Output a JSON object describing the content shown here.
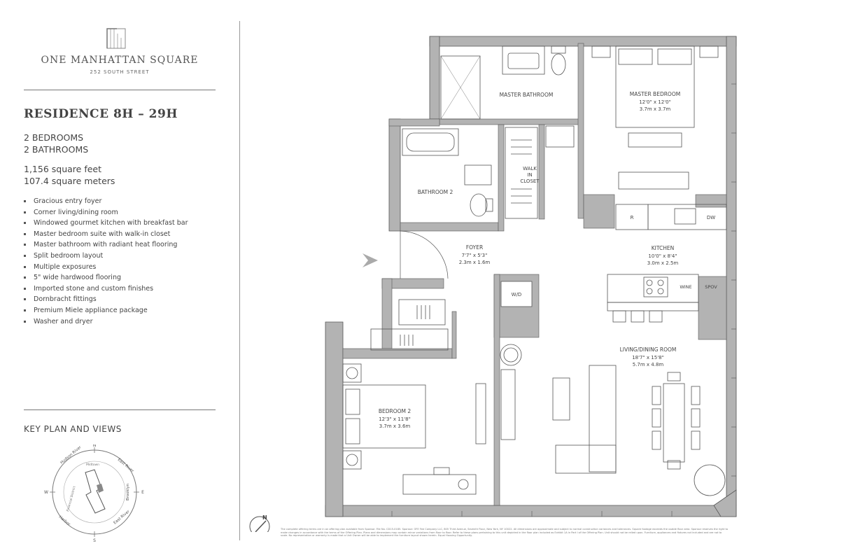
{
  "brand": {
    "name": "ONE MANHATTAN SQUARE",
    "address": "252 SOUTH STREET"
  },
  "residence": {
    "title": "RESIDENCE 8H – 29H",
    "bedrooms": "2 BEDROOMS",
    "bathrooms": "2 BATHROOMS",
    "sqft": "1,156 square feet",
    "sqm": "107.4 square meters"
  },
  "features": [
    "Gracious entry foyer",
    "Corner living/dining room",
    "Windowed gourmet kitchen with breakfast bar",
    "Master bedroom suite with walk-in closet",
    "Master bathroom with radiant heat flooring",
    "Split bedroom layout",
    "Multiple exposures",
    "5\" wide hardwood flooring",
    "Imported stone and custom finishes",
    "Dornbracht fittings",
    "Premium Miele appliance package",
    "Washer and dryer"
  ],
  "key_plan": {
    "title": "KEY PLAN AND VIEWS",
    "north": "N",
    "south": "S",
    "east": "E",
    "west": "W",
    "views": [
      "Hudson River",
      "East River",
      "Brooklyn",
      "East River",
      "Harbor",
      "Financial District",
      "Midtown"
    ]
  },
  "rooms": {
    "master_bathroom": "MASTER BATHROOM",
    "master_bedroom": {
      "name": "MASTER BEDROOM",
      "imperial": "12'0\" x 12'0\"",
      "metric": "3.7m x 3.7m"
    },
    "walk_in_closet": [
      "WALK",
      "IN",
      "CLOSET"
    ],
    "bathroom2": "BATHROOM 2",
    "foyer": {
      "name": "FOYER",
      "imperial": "7'7\" x 5'3\"",
      "metric": "2.3m x 1.6m"
    },
    "kitchen": {
      "name": "KITCHEN",
      "imperial": "10'0\" x 8'4\"",
      "metric": "3.0m x 2.5m"
    },
    "living": {
      "name": "LIVING/DINING ROOM",
      "imperial": "18'7\" x 15'8\"",
      "metric": "5.7m x 4.8m"
    },
    "bedroom2": {
      "name": "BEDROOM 2",
      "imperial": "12'3\" x 11'8\"",
      "metric": "3.7m x 3.6m"
    },
    "wd": "W/D",
    "fridge": "R",
    "dw": "DW",
    "wine": "WINE",
    "spov": "SPOV"
  },
  "compass_north": "N",
  "disclaimer": "The complete offering terms are in an offering plan available from Sponsor. File No. CD15-0185. Sponsor: OFE Fee Company LLC, 805 Third Avenue, Seventh Floor, New York, NY 10022. All dimensions are approximate and subject to normal construction variances and tolerances. Square footage exceeds the usable floor area. Sponsor reserves the right to make changes in accordance with the terms of the Offering Plan. Plans and dimensions may contain minor variations from floor to floor. Refer to these plans pertaining to this unit depicted in the floor plan included as Exhibit 1A in Part I of the Offering Plan. Unit should not be relied upon. Furniture, appliances and fixtures not included and are not to scale. No representation or warranty is made that a Unit Owner will be able to implement the furniture layout shown herein. Equal Housing Opportunity.",
  "colors": {
    "wall": "#b3b3b3",
    "line": "#555555",
    "text": "#444444"
  }
}
